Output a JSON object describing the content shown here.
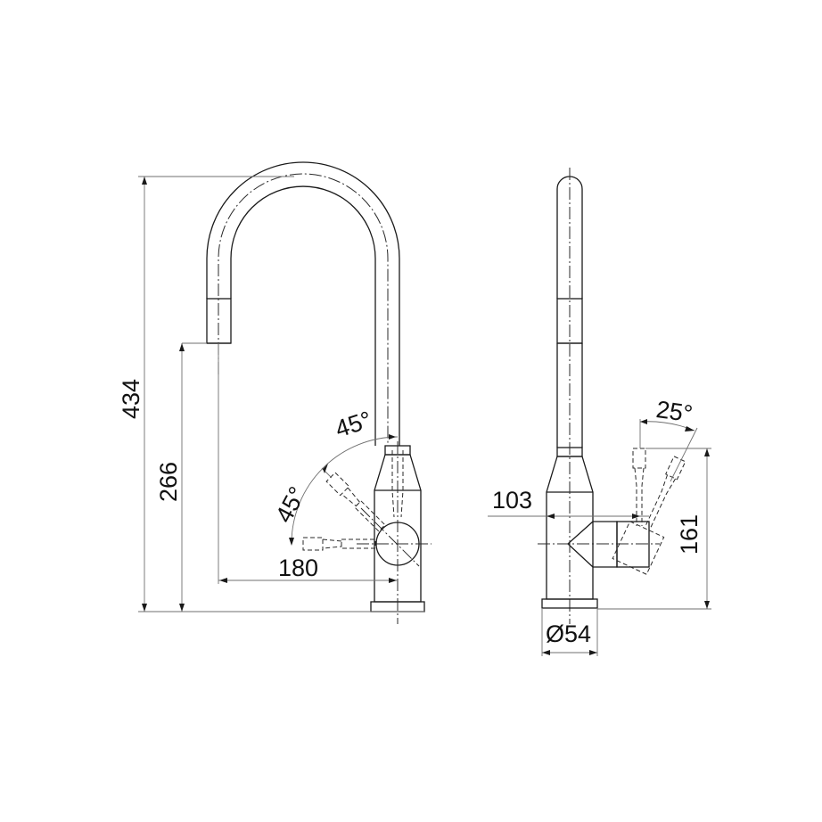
{
  "drawing": {
    "title": "Kitchen faucet technical dimension drawing",
    "colors": {
      "line": "#1a1a1a",
      "dimension_line": "#6f6f6f",
      "background": "#ffffff"
    },
    "front_view": {
      "dimensions": {
        "overall_height": "434",
        "spout_outlet_height": "266",
        "spout_reach": "180",
        "handle_angle_upper": "45°",
        "handle_angle_lower": "45°"
      }
    },
    "side_view": {
      "dimensions": {
        "body_centerline_height": "103",
        "handle_top_height": "161",
        "base_diameter": "Ø54",
        "handle_tilt_angle": "25°"
      }
    }
  }
}
